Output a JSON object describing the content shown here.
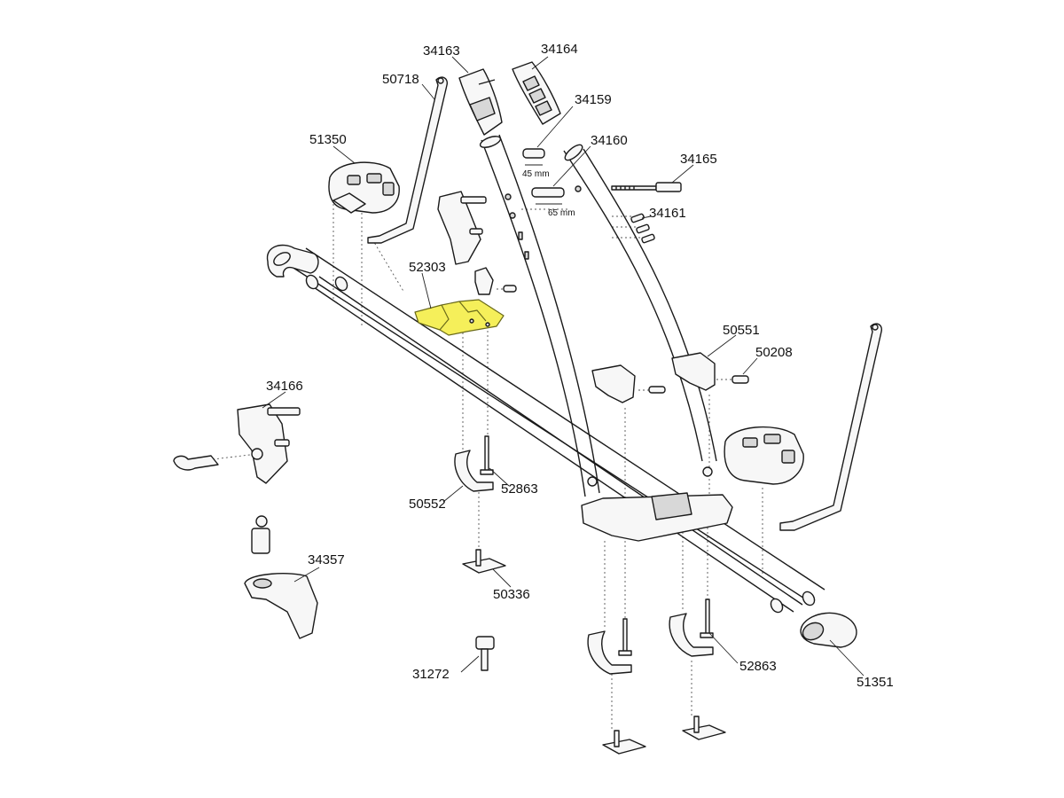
{
  "parts": [
    {
      "key": "p34163",
      "number": "34163"
    },
    {
      "key": "p34164",
      "number": "34164"
    },
    {
      "key": "p50718",
      "number": "50718"
    },
    {
      "key": "p34159",
      "number": "34159"
    },
    {
      "key": "p51350",
      "number": "51350"
    },
    {
      "key": "p34160",
      "number": "34160"
    },
    {
      "key": "p34165",
      "number": "34165"
    },
    {
      "key": "p34161",
      "number": "34161"
    },
    {
      "key": "p52303",
      "number": "52303",
      "highlighted": true
    },
    {
      "key": "p50551",
      "number": "50551"
    },
    {
      "key": "p50208",
      "number": "50208"
    },
    {
      "key": "p34166",
      "number": "34166"
    },
    {
      "key": "p52863a",
      "number": "52863"
    },
    {
      "key": "p50552",
      "number": "50552"
    },
    {
      "key": "p34357",
      "number": "34357"
    },
    {
      "key": "p50336",
      "number": "50336"
    },
    {
      "key": "p31272",
      "number": "31272"
    },
    {
      "key": "p52863b",
      "number": "52863"
    },
    {
      "key": "p51351",
      "number": "51351"
    }
  ],
  "dimensions": {
    "pin_short": "45 mm",
    "pin_long": "65 mm"
  },
  "colors": {
    "highlight": "#f5ef5a",
    "line": "#1a1a1a"
  }
}
